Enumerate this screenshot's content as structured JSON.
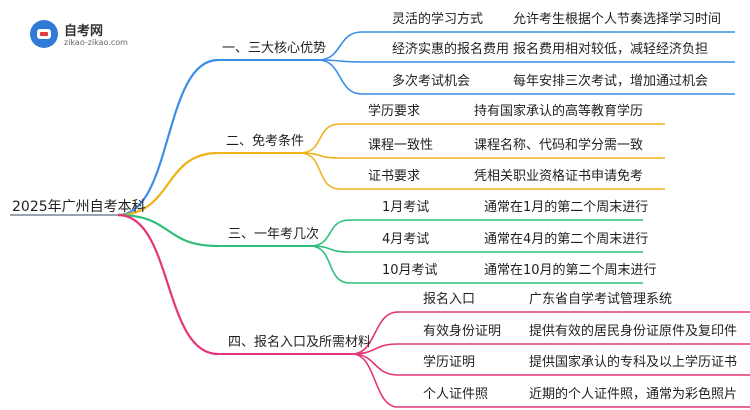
{
  "logo": {
    "name": "自考网",
    "url": "zikao-zikao.com"
  },
  "root": "2025年广州自考本科",
  "branches": [
    {
      "label": "一、三大核心优势",
      "color": "#3a8ee6",
      "items": [
        {
          "title": "灵活的学习方式",
          "desc": "允许考生根据个人节奏选择学习时间"
        },
        {
          "title": "经济实惠的报名费用",
          "desc": "报名费用相对较低，减轻经济负担"
        },
        {
          "title": "多次考试机会",
          "desc": "每年安排三次考试，增加通过机会"
        }
      ]
    },
    {
      "label": "二、免考条件",
      "color": "#f0b21a",
      "items": [
        {
          "title": "学历要求",
          "desc": "持有国家承认的高等教育学历"
        },
        {
          "title": "课程一致性",
          "desc": "课程名称、代码和学分需一致"
        },
        {
          "title": "证书要求",
          "desc": "凭相关职业资格证书申请免考"
        }
      ]
    },
    {
      "label": "三、一年考几次",
      "color": "#2bbf7a",
      "items": [
        {
          "title": "1月考试",
          "desc": "通常在1月的第二个周末进行"
        },
        {
          "title": "4月考试",
          "desc": "通常在4月的第二个周末进行"
        },
        {
          "title": "10月考试",
          "desc": "通常在10月的第二个周末进行"
        }
      ]
    },
    {
      "label": "四、报名入口及所需材料",
      "color": "#e3357a",
      "items": [
        {
          "title": "报名入口",
          "desc": "广东省自学考试管理系统"
        },
        {
          "title": "有效身份证明",
          "desc": "提供有效的居民身份证原件及复印件"
        },
        {
          "title": "学历证明",
          "desc": "提供国家承认的专科及以上学历证书"
        },
        {
          "title": "个人证件照",
          "desc": "近期的个人证件照，通常为彩色照片"
        }
      ]
    }
  ]
}
